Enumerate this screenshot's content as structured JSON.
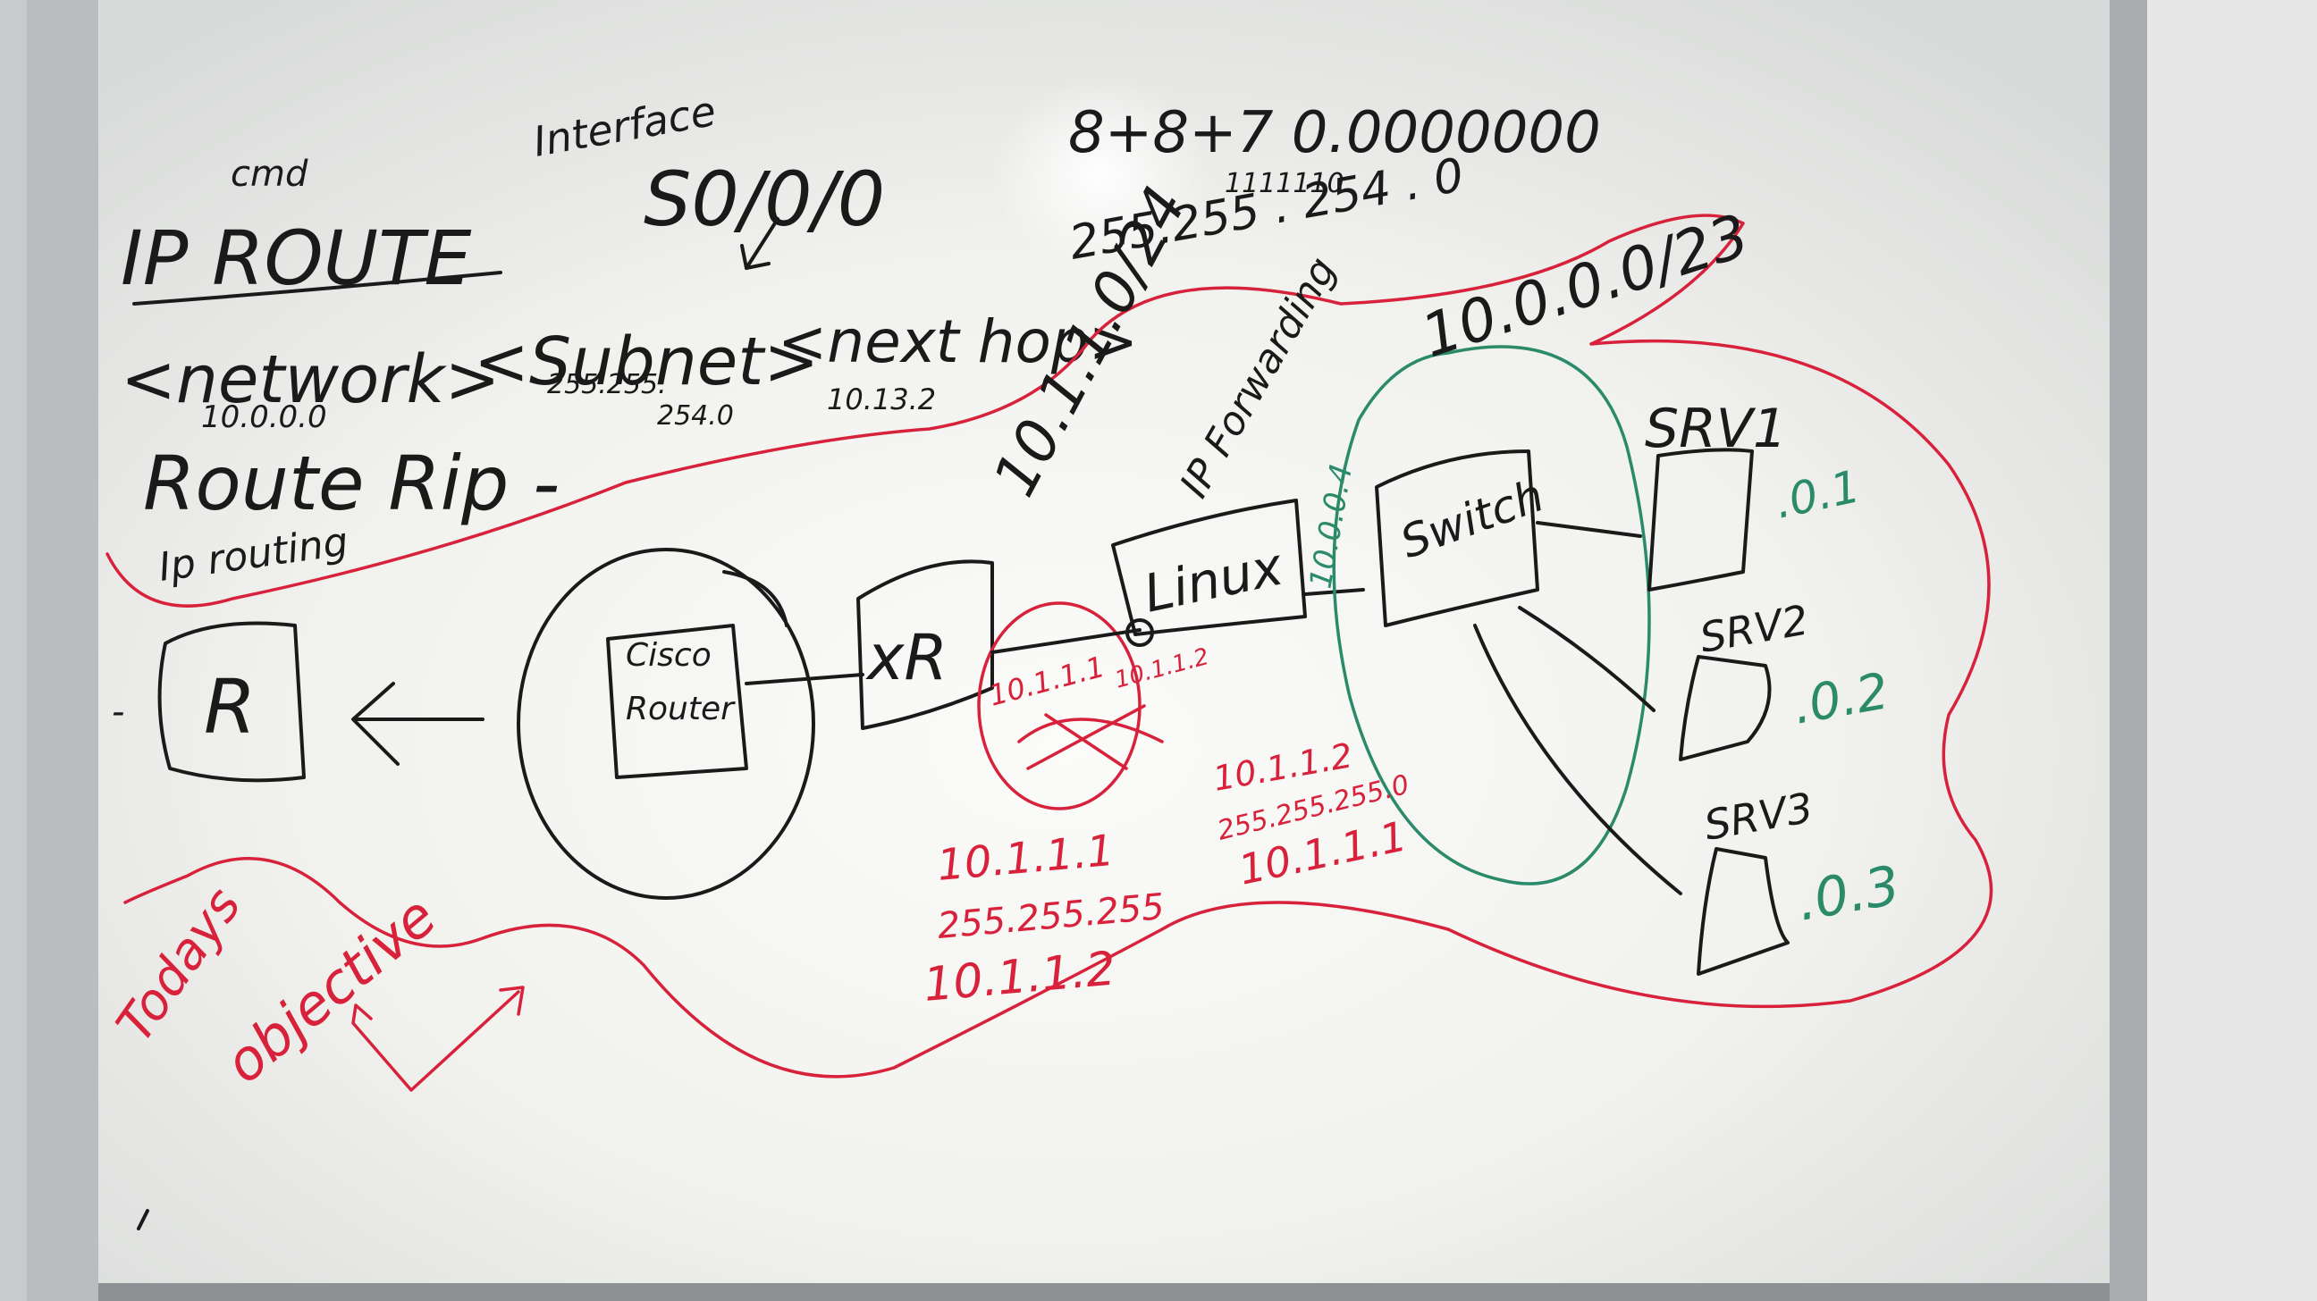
{
  "board": {
    "cmd_label": "cmd",
    "ip_route": "IP ROUTE",
    "interface_label": "Interface",
    "interface_value": "S0/0/0",
    "syntax": {
      "network": "<network>",
      "subnet": "<Subnet>",
      "next_hop": "<next hop>",
      "network_example": "10.0.0.0",
      "subnet_example_1": "255.255.",
      "subnet_example_2": "254.0",
      "next_hop_example": "10.13.2"
    },
    "route_rip": "Route Rip -",
    "ip_routing": "Ip routing",
    "calc_line1": "8+8+7 0.0000000",
    "calc_line2": "1111110.",
    "calc_line3": "255.255 . 254 . 0",
    "supernet": "10.0.0.0/23",
    "subnet_24": "10.1.1.0/24",
    "ip_forwarding": "IP Forwarding",
    "linux_ip": "10.0.0.4",
    "router_r": "R",
    "cisco_router_1": "Cisco",
    "cisco_router_2": "Router",
    "xr": "xR",
    "linux": "Linux",
    "switch": "Switch",
    "xr_ip": "10.1.1.1",
    "linux_side_ip": "10.1.1.2",
    "config_xr": [
      "10.1.1.1",
      "255.255.255",
      "10.1.1.2"
    ],
    "config_linux": [
      "10.1.1.2",
      "255.255.255.0",
      "10.1.1.1"
    ],
    "servers": [
      {
        "name": "SRV1",
        "ip": ".0.1"
      },
      {
        "name": "SRV2",
        "ip": ".0.2"
      },
      {
        "name": "SRV3",
        "ip": ".0.3"
      }
    ],
    "todays": "Todays",
    "objective": "objective"
  },
  "colors": {
    "marker_black": "#1a1a1a",
    "marker_red": "#d8213a",
    "marker_green": "#2a8a6a",
    "board": "#f4f3f1"
  }
}
